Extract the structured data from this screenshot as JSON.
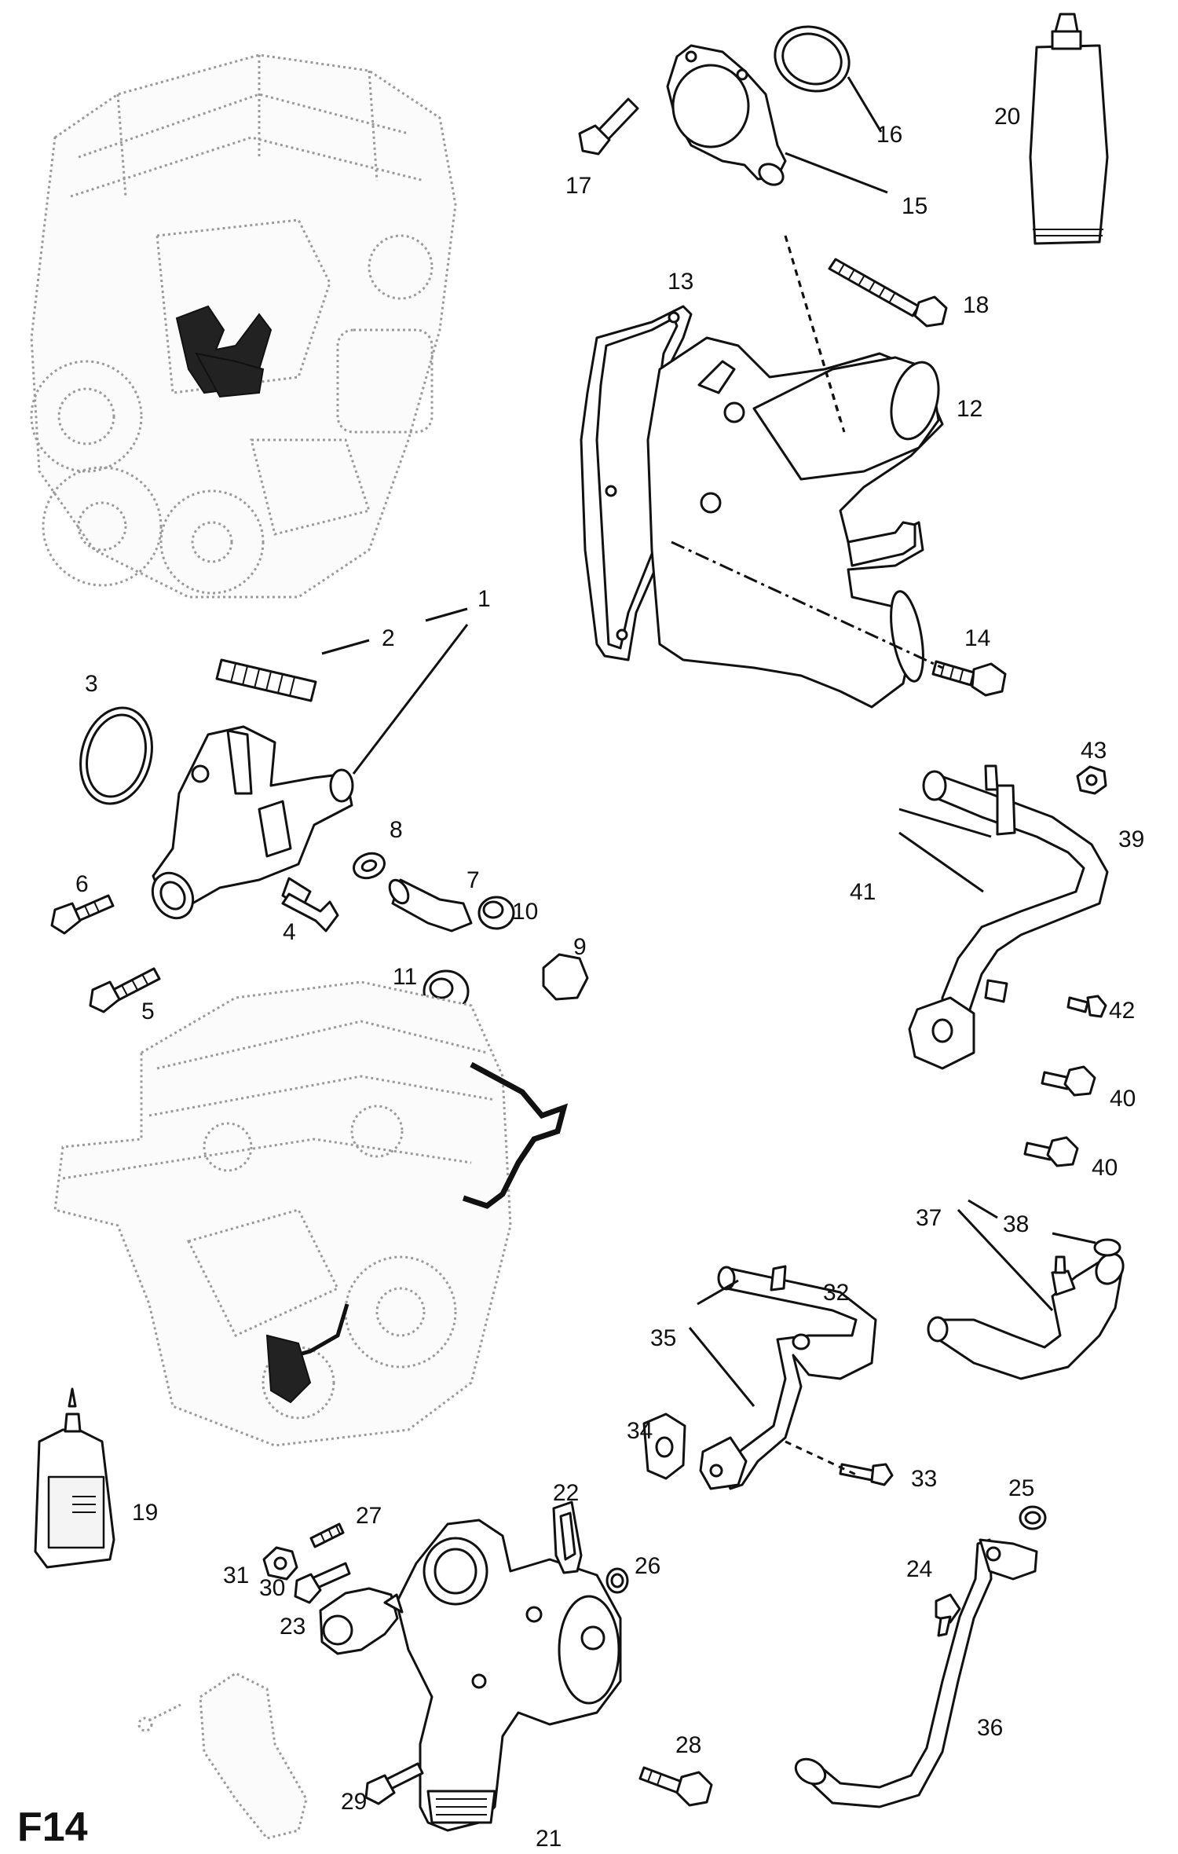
{
  "figure_label": "F14",
  "callouts": {
    "c1": "1",
    "c2": "2",
    "c3": "3",
    "c4": "4",
    "c5": "5",
    "c6": "6",
    "c7": "7",
    "c8": "8",
    "c9": "9",
    "c10": "10",
    "c11": "11",
    "c12": "12",
    "c13": "13",
    "c14": "14",
    "c15": "15",
    "c16": "16",
    "c17": "17",
    "c18": "18",
    "c19": "19",
    "c20": "20",
    "c21": "21",
    "c22": "22",
    "c23": "23",
    "c24": "24",
    "c25": "25",
    "c26": "26",
    "c27": "27",
    "c28": "28",
    "c29": "29",
    "c30": "30",
    "c31": "31",
    "c32": "32",
    "c33": "33",
    "c34": "34",
    "c35": "35",
    "c36": "36",
    "c37": "37",
    "c38": "38",
    "c39": "39",
    "c40a": "40",
    "c40b": "40",
    "c41": "41",
    "c42": "42",
    "c43": "43"
  }
}
